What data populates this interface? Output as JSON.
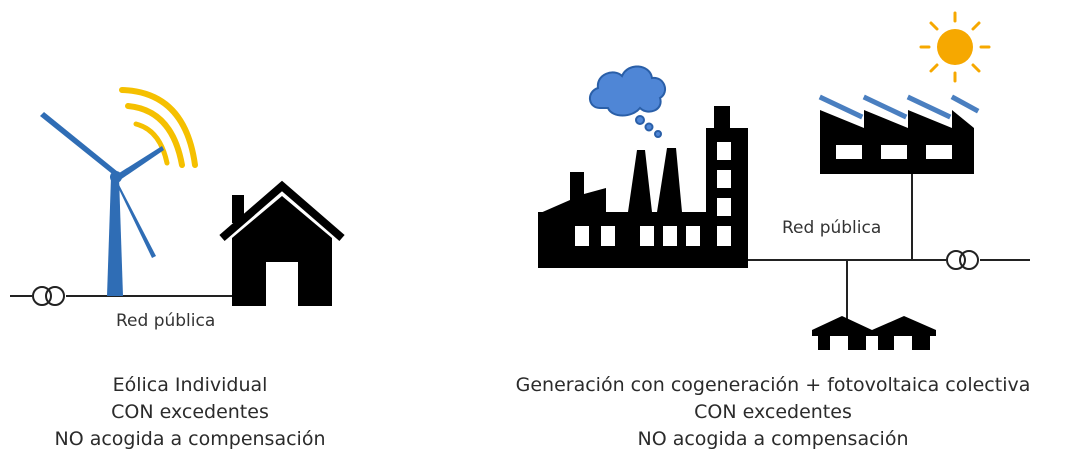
{
  "left": {
    "grid_label": "Red pública",
    "caption": [
      "Eólica Individual",
      "CON excedentes",
      "NO acogida a compensación"
    ]
  },
  "right": {
    "grid_label": "Red pública",
    "caption": [
      "Generación con cogeneración + fotovoltaica colectiva",
      "CON excedentes",
      "NO acogida a compensación"
    ]
  },
  "colors": {
    "turbine": "#2f6db5",
    "wind_arcs": "#f5c000",
    "sun": "#f6a800",
    "cloud": "#4f86d6",
    "cloud_outline": "#2a5fa8",
    "solar_panel": "#4a7fc0",
    "silhouette": "#000000",
    "line": "#222222"
  },
  "icons": [
    "transformer-icon",
    "wind-turbine-icon",
    "wind-arcs-icon",
    "house-icon",
    "factory-icon",
    "smoke-cloud-icon",
    "solar-factory-icon",
    "sun-icon",
    "houses-icon"
  ]
}
